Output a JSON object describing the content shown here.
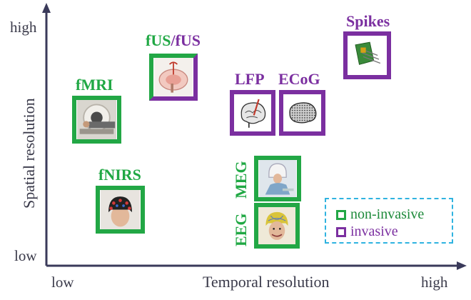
{
  "axes": {
    "y_label": "Spatial resolution",
    "x_label": "Temporal resolution",
    "y_high": "high",
    "y_low": "low",
    "x_low": "low",
    "x_high": "high"
  },
  "methods": {
    "fmri": "fMRI",
    "fus_a": "fUS",
    "fus_slash": "/",
    "fus_b": "fUS",
    "lfp": "LFP",
    "ecog": "ECoG",
    "spikes": "Spikes",
    "fnirs": "fNIRS",
    "meg": "MEG",
    "eeg": "EEG"
  },
  "legend": {
    "non_invasive": "non-invasive",
    "invasive": "invasive"
  },
  "colors": {
    "non_invasive": "#22a745",
    "invasive": "#7b2fa0",
    "axis": "#3a3a5a",
    "legend_border": "#2fb3e0"
  }
}
